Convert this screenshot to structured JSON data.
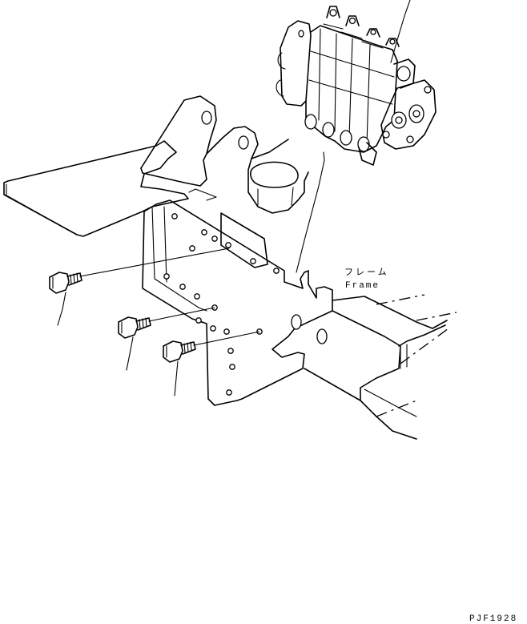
{
  "diagram": {
    "labels": {
      "frame_jp": "フレーム",
      "frame_en": "Frame",
      "drawing_code": "PJF1928"
    },
    "parts": {
      "control_valve": "control-valve",
      "mounting_bracket": "mounting-bracket",
      "frame": "frame",
      "bolts": [
        "bolt",
        "bolt",
        "bolt"
      ]
    }
  }
}
